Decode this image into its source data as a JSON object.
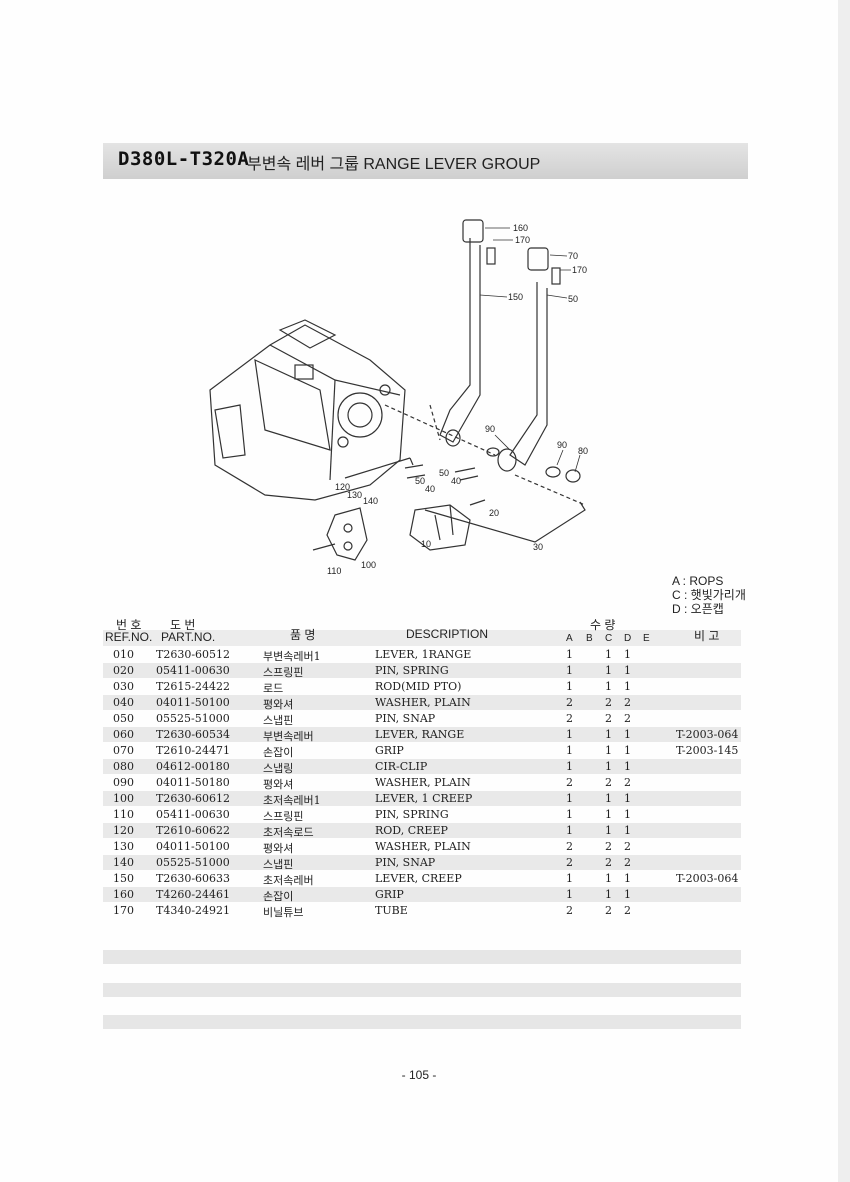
{
  "title": {
    "code": "D380L-T320A",
    "text": "부변속 레버 그룹 RANGE LEVER GROUP"
  },
  "diagram": {
    "callouts": [
      "160",
      "170",
      "70",
      "170",
      "150",
      "50",
      "90",
      "90",
      "80",
      "50",
      "40",
      "50",
      "40",
      "120",
      "130",
      "140",
      "20",
      "30",
      "10",
      "110",
      "100"
    ]
  },
  "legend": [
    "A : ROPS",
    "C : 햇빛가리개",
    "D : 오픈캡"
  ],
  "table": {
    "headers": {
      "ref_kr": "번 호",
      "ref_en": "REF.NO.",
      "part_kr": "도 번",
      "part_en": "PART.NO.",
      "name_kr": "품 명",
      "desc": "DESCRIPTION",
      "qty_kr": "수 량",
      "qty_a": "A",
      "qty_b": "B",
      "qty_c": "C",
      "qty_d": "D",
      "qty_e": "E",
      "remarks": "비 고"
    },
    "rows": [
      {
        "ref": "010",
        "part": "T2630-60512",
        "name": "부변속레버1",
        "desc": "LEVER, 1RANGE",
        "a": "1",
        "c": "1",
        "d": "1",
        "remark": ""
      },
      {
        "ref": "020",
        "part": "05411-00630",
        "name": "스프링핀",
        "desc": "PIN, SPRING",
        "a": "1",
        "c": "1",
        "d": "1",
        "remark": ""
      },
      {
        "ref": "030",
        "part": "T2615-24422",
        "name": "로드",
        "desc": "ROD(MID PTO)",
        "a": "1",
        "c": "1",
        "d": "1",
        "remark": ""
      },
      {
        "ref": "040",
        "part": "04011-50100",
        "name": "평와셔",
        "desc": "WASHER, PLAIN",
        "a": "2",
        "c": "2",
        "d": "2",
        "remark": ""
      },
      {
        "ref": "050",
        "part": "05525-51000",
        "name": "스냅핀",
        "desc": "PIN, SNAP",
        "a": "2",
        "c": "2",
        "d": "2",
        "remark": ""
      },
      {
        "ref": "060",
        "part": "T2630-60534",
        "name": "부변속레버",
        "desc": "LEVER, RANGE",
        "a": "1",
        "c": "1",
        "d": "1",
        "remark": "T-2003-064"
      },
      {
        "ref": "070",
        "part": "T2610-24471",
        "name": "손잡이",
        "desc": "GRIP",
        "a": "1",
        "c": "1",
        "d": "1",
        "remark": "T-2003-145"
      },
      {
        "ref": "080",
        "part": "04612-00180",
        "name": "스냅링",
        "desc": "CIR-CLIP",
        "a": "1",
        "c": "1",
        "d": "1",
        "remark": ""
      },
      {
        "ref": "090",
        "part": "04011-50180",
        "name": "평와셔",
        "desc": "WASHER, PLAIN",
        "a": "2",
        "c": "2",
        "d": "2",
        "remark": ""
      },
      {
        "ref": "100",
        "part": "T2630-60612",
        "name": "초저속레버1",
        "desc": "LEVER, 1 CREEP",
        "a": "1",
        "c": "1",
        "d": "1",
        "remark": ""
      },
      {
        "ref": "110",
        "part": "05411-00630",
        "name": "스프링핀",
        "desc": "PIN, SPRING",
        "a": "1",
        "c": "1",
        "d": "1",
        "remark": ""
      },
      {
        "ref": "120",
        "part": "T2610-60622",
        "name": "초저속로드",
        "desc": "ROD, CREEP",
        "a": "1",
        "c": "1",
        "d": "1",
        "remark": ""
      },
      {
        "ref": "130",
        "part": "04011-50100",
        "name": "평와셔",
        "desc": "WASHER, PLAIN",
        "a": "2",
        "c": "2",
        "d": "2",
        "remark": ""
      },
      {
        "ref": "140",
        "part": "05525-51000",
        "name": "스냅핀",
        "desc": "PIN, SNAP",
        "a": "2",
        "c": "2",
        "d": "2",
        "remark": ""
      },
      {
        "ref": "150",
        "part": "T2630-60633",
        "name": "초저속레버",
        "desc": "LEVER, CREEP",
        "a": "1",
        "c": "1",
        "d": "1",
        "remark": "T-2003-064"
      },
      {
        "ref": "160",
        "part": "T4260-24461",
        "name": "손잡이",
        "desc": "GRIP",
        "a": "1",
        "c": "1",
        "d": "1",
        "remark": ""
      },
      {
        "ref": "170",
        "part": "T4340-24921",
        "name": "비닐튜브",
        "desc": "TUBE",
        "a": "2",
        "c": "2",
        "d": "2",
        "remark": ""
      }
    ]
  },
  "page_number": "- 105 -"
}
